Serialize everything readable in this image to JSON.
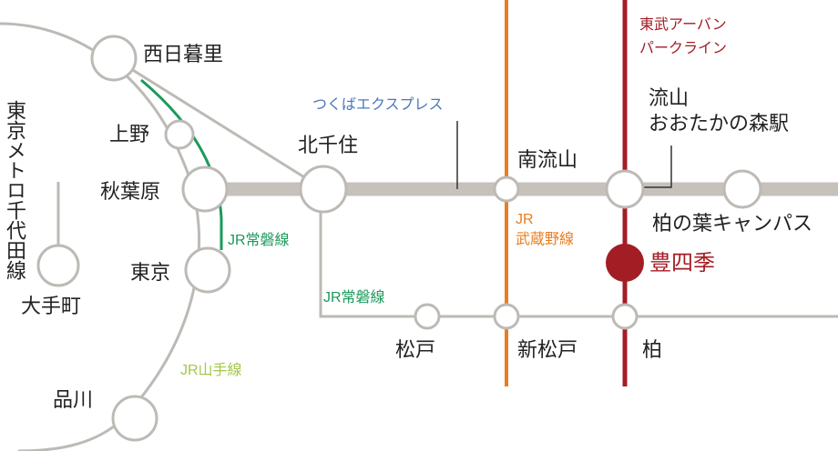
{
  "stations": {
    "nishinippori": "西日暮里",
    "ueno": "上野",
    "akihabara": "秋葉原",
    "tokyo": "東京",
    "shinagawa": "品川",
    "otemachi": "大手町",
    "kitasenju": "北千住",
    "minaminagareyama": "南流山",
    "nagareyama_otakanomori": [
      "流山",
      "おおたかの森駅"
    ],
    "kashiwanoha_campus": "柏の葉キャンパス",
    "toyoshiki": "豊四季",
    "matsudo": "松戸",
    "shinmatsudo": "新松戸",
    "kashiwa": "柏"
  },
  "lines": {
    "chiyoda": "東京メトロ千代田線",
    "tsukuba_express": "つくばエクスプレス",
    "joban_upper": "JR常磐線",
    "joban_lower": "JR常磐線",
    "yamanote": "JR山手線",
    "musashino": [
      "JR",
      "武蔵野線"
    ],
    "tobu_urban_park": [
      "東武アーバン",
      "パークライン"
    ]
  },
  "colors": {
    "gray_line": "#c6c1bb",
    "thin_gray": "#bdbab6",
    "joban_green": "#1b9a5a",
    "yamanote_green": "#a3c84a",
    "musashino_orange": "#ea7d1e",
    "tobu_red": "#a31d24",
    "tx_blue": "#4a78b8"
  }
}
